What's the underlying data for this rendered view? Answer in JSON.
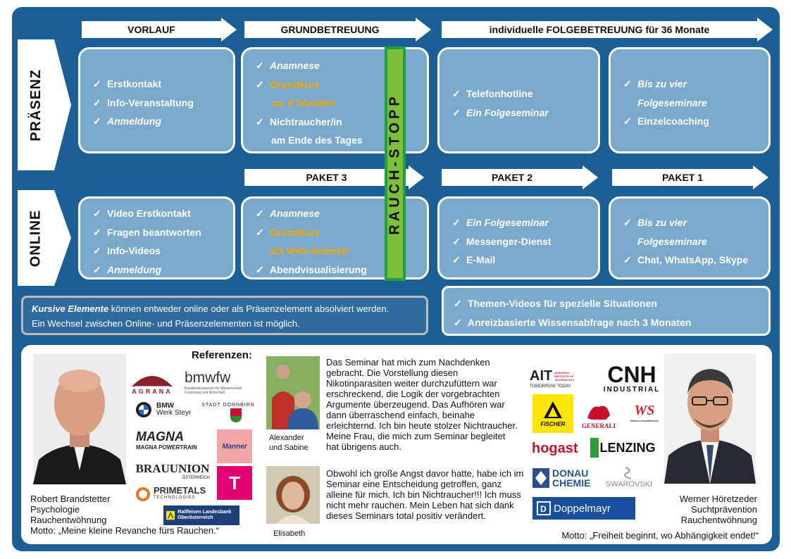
{
  "phases": {
    "vorlauf": "VORLAUF",
    "grundbetreuung": "GRUNDBETREUUNG",
    "folgebetreuung": "individuelle  FOLGEBETREUUNG für 36 Monate"
  },
  "rows": {
    "praesenz": "PRÄSENZ",
    "online": "ONLINE"
  },
  "packages": {
    "p3": "PAKET 3",
    "p2": "PAKET 2",
    "p1": "PAKET 1"
  },
  "rauchstopp": "RAUCH-STOPP",
  "check": "✓",
  "praesenz": {
    "vorlauf": [
      "Erstkontakt",
      "Info-Veranstaltung",
      "Anmeldung"
    ],
    "grund": [
      "Anamnese",
      "Grundkurs",
      "ca. 6 Stunden",
      "Nichtraucher/in",
      "am Ende des Tages"
    ],
    "folge1": [
      "Telefonhotline",
      "Ein Folgeseminar"
    ],
    "folge2": [
      "Bis zu vier",
      "Folgeseminare",
      "Einzelcoaching"
    ]
  },
  "online": {
    "vorlauf": [
      "Video Erstkontakt",
      "Fragen beantworten",
      "Info-Videos",
      "Anmeldung"
    ],
    "grund": [
      "Anamnese",
      "Grundkurs",
      "als Web-Seminar",
      "Abendvisualisierung"
    ],
    "paket2": [
      "Ein Folgeseminar",
      "Messenger-Dienst",
      "E-Mail"
    ],
    "paket1": [
      "Bis zu vier",
      "Folgeseminare",
      "Chat, WhatsApp,  Skype"
    ]
  },
  "extras": [
    "Themen-Videos für spezielle Situationen",
    "Anreizbasierte Wissensabfrage nach 3 Monaten"
  ],
  "note": {
    "line1_italic": "Kursive Elemente",
    "line1_rest": " können entweder online oder als Präsenzelement absolviert werden.",
    "line2": "Ein Wechsel zwischen Online- und Präsenzelementen ist möglich."
  },
  "references_title": "Referenzen:",
  "person_left": {
    "name": "Robert Brandstetter",
    "role1": "Psychologie",
    "role2": "Rauchentwöhnung",
    "motto": "Motto: „Meine kleine Revanche fürs Rauchen.“"
  },
  "person_right": {
    "name": "Werner Höretzeder",
    "role1": "Suchtprävention",
    "role2": "Rauchentwöhnung",
    "motto": "Motto: „Freiheit beginnt, wo Abhängigkeit endet!“"
  },
  "testimonials": [
    {
      "caption1": "Alexander",
      "caption2": "und Sabine",
      "text": "Das Seminar hat mich zum Nachdenken gebracht. Die Vorstellung diesen Nikotinparasiten weiter durchzufüttern war erschreckend, die Logik der vorgebrachten Argumente überzeugend. Das Aufhören war dann überraschend einfach, beinahe erleichternd. Ich bin heute stolzer Nichtraucher. Meine Frau, die mich zum Seminar begleitet hat übrigens auch."
    },
    {
      "caption1": "Elisabeth",
      "text": "Obwohl ich große Angst davor hatte, habe ich im Seminar eine Entscheidung getroffen, ganz alleine für mich. Ich bin Nichtraucher!!! Ich muss nicht mehr rauchen. Mein Leben hat sich dank dieses Seminars total positiv verändert."
    }
  ],
  "logos_left": {
    "agrana": "AGRANA",
    "bmwfw": "bmwfw",
    "bmwfw_sub": "Bundesministerium für Wissenschaft, Forschung und Wirtschaft",
    "bmw1": "BMW",
    "bmw2": "Werk Steyr",
    "dornbirn1": "STADT",
    "dornbirn2": "DORNBIRN",
    "magna": "MAGNA",
    "magna_sub": "MAGNA POWERTRAIN",
    "manner": "Manner",
    "brau": "BRAUUNION",
    "brau_sub": "ÖSTERREICH",
    "telekom": "T",
    "primetals": "PRIMETALS",
    "primetals_sub": "TECHNOLOGIES",
    "raiffeisen": "Raiffeisen Landesbank Oberösterreich"
  },
  "logos_right": {
    "ait": "AIT",
    "ait_sub": "TOMORROW TODAY",
    "ait_small": "AUSTRIAN INSTITUTE OF TECHNOLOGY",
    "cnh": "CNH",
    "cnh_sub": "INDUSTRIAL",
    "fischer": "FISCHER",
    "generali": "GENERALI",
    "ws": "WS",
    "ws_sub": "Wiener Sozialdienste",
    "hogast": "hogast",
    "lenzing": "LENZING",
    "donau1": "DONAU",
    "donau2": "CHEMIE",
    "swarovski": "SWAROVSKI",
    "doppelmayr": "Doppelmayr"
  }
}
